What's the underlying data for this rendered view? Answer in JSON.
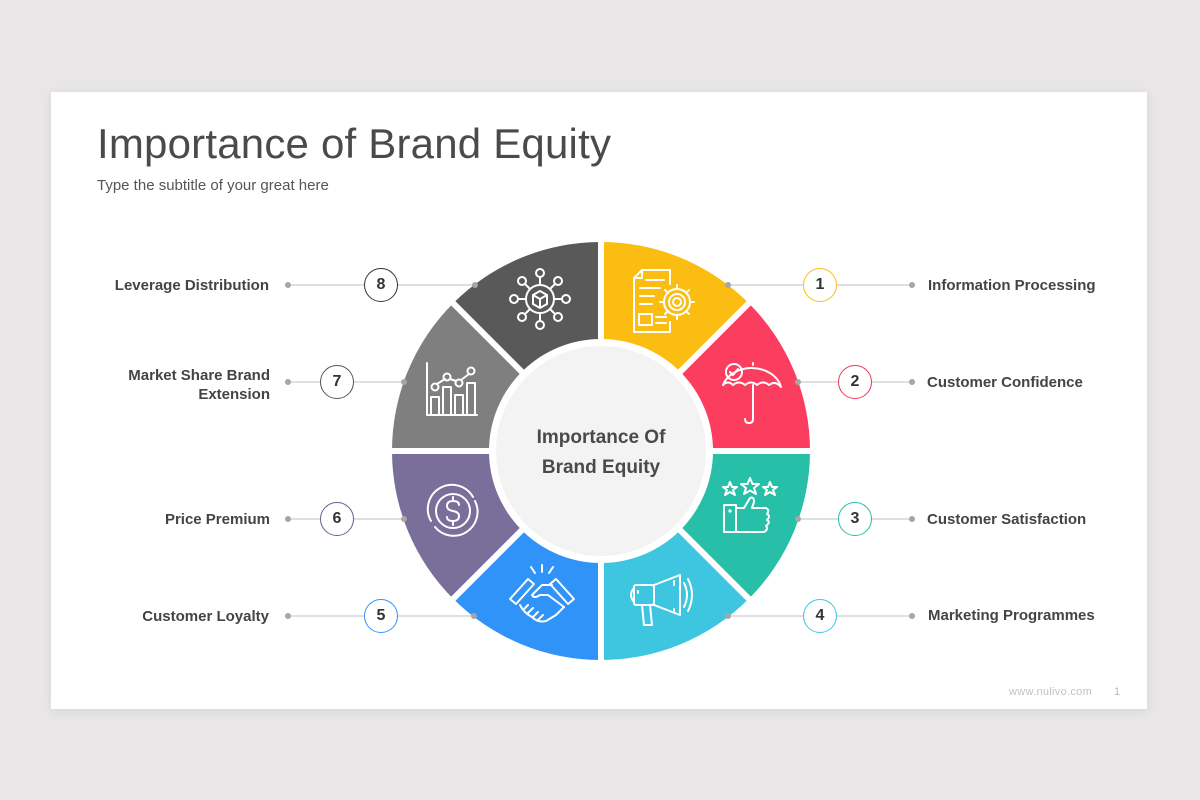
{
  "slide": {
    "title": "Importance of Brand Equity",
    "subtitle": "Type the subtitle of your great here",
    "footer_url": "www.nulivo.com",
    "page_number": "1"
  },
  "center": {
    "line1": "Importance Of",
    "line2": "Brand Equity"
  },
  "segments": [
    {
      "number": "1",
      "label": "Information Processing",
      "icon": "document-gear-icon",
      "color": "#fbbd12",
      "side": "right"
    },
    {
      "number": "2",
      "label": "Customer Confidence",
      "icon": "umbrella-check-icon",
      "color": "#fb3d5f",
      "side": "right"
    },
    {
      "number": "3",
      "label": "Customer Satisfaction",
      "icon": "thumbs-up-stars-icon",
      "color": "#27bfa8",
      "side": "right"
    },
    {
      "number": "4",
      "label": "Marketing Programmes",
      "icon": "megaphone-icon",
      "color": "#3ec6e0",
      "side": "right"
    },
    {
      "number": "5",
      "label": "Customer Loyalty",
      "icon": "handshake-icon",
      "color": "#2f93f7",
      "side": "left"
    },
    {
      "number": "6",
      "label": "Price Premium",
      "icon": "dollar-coin-icon",
      "color": "#7a6e9a",
      "side": "left"
    },
    {
      "number": "7",
      "label_line1": "Market Share Brand",
      "label_line2": "Extension",
      "icon": "bar-line-chart-icon",
      "color": "#7f7f7f",
      "side": "left"
    },
    {
      "number": "8",
      "label": "Leverage Distribution",
      "icon": "box-network-icon",
      "color": "#595959",
      "side": "left"
    }
  ],
  "colors": {
    "background": "#e8e6e7",
    "slide": "#ffffff",
    "center_fill": "#f3f3f3",
    "connector": "#d6d6d6",
    "connector_dot": "#a6a6a6",
    "text_dark": "#444444"
  }
}
